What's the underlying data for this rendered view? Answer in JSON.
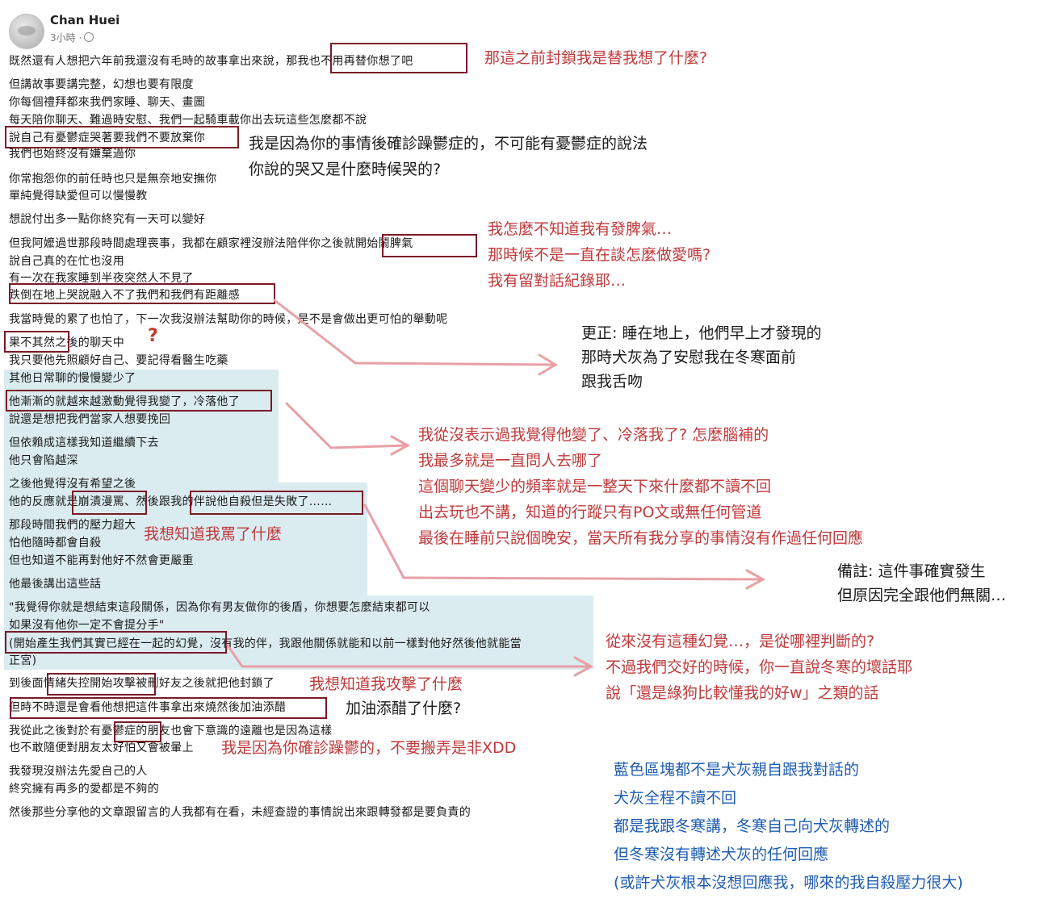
{
  "post": {
    "author": "Chan Huei",
    "timestamp": "3小時 ·",
    "lines": [
      "既然還有人想把六年前我還沒有毛時的故事拿出來說，那我也不用再替你想了吧",
      "但講故事要講完整，幻想也要有限度",
      "你每個禮拜都來我們家睡、聊天、畫圖",
      "每天陪你聊天、難過時安慰、我們一起騎車載你出去玩這些怎麼都不說",
      "說自己有憂鬱症哭著要我們不要放棄你",
      "我們也始終沒有嫌棄過你",
      "你常抱怨你的前任時也只是無奈地安撫你",
      "單純覺得缺愛但可以慢慢教",
      "想說付出多一點你終究有一天可以變好",
      "但我阿嬤過世那段時間處理喪事，我都在顧家裡沒辦法陪伴你之後就開始鬧脾氣",
      "說自己真的在忙也沒用",
      "有一次在我家睡到半夜突然人不見了",
      "跌倒在地上哭說融入不了我們和我們有距離感",
      "我當時覺的累了也怕了，下一次我沒辦法幫助你的時候，是不是會做出更可怕的舉動呢",
      "果不其然之後的聊天中",
      "我只要他先照顧好自己、要記得看醫生吃藥",
      "其他日常聊的慢慢變少了",
      "他漸漸的就越來越激動覺得我變了，冷落他了",
      "說還是想把我們當家人想要挽回",
      "但依賴成這樣我知道繼續下去",
      "他只會陷越深",
      "之後他覺得沒有希望之後",
      "他的反應就是崩潰漫罵、然後跟我的伴說他自殺但是失敗了……",
      "那段時間我們的壓力超大",
      "怕他隨時都會自殺",
      "但也知道不能再對他好不然會更嚴重",
      "他最後講出這些話",
      "\"我覺得你就是想結束這段關係，因為你有男友做你的後盾，你想要怎麼結束都可以",
      "如果沒有他你一定不會提分手\"",
      "(開始產生我們其實已經在一起的幻覺，沒有我的伴，我跟他關係就能和以前一樣對他好然後他就能當",
      "正宮)",
      "到後面情緒失控開始攻擊被刪好友之後就把他封鎖了",
      "但時不時還是會看他想把這件事拿出來燒然後加油添醋",
      "我從此之後對於有憂鬱症的朋友也會下意識的遠離也是因為這樣",
      "也不敢隨便對朋友太好怕又會被暈上",
      "我發現沒辦法先愛自己的人",
      "終究擁有再多的愛都是不夠的",
      "然後那些分享他的文章跟留言的人我都有在看，未經查證的事情說出來跟轉發都是要負責的"
    ]
  },
  "annotations": {
    "a1": [
      "那這之前封鎖我是替我想了什麼?"
    ],
    "a2": [
      "我是因為你的事情後確診躁鬱症的，不可能有憂鬱症的說法",
      "你說的哭又是什麼時候哭的?"
    ],
    "a3": [
      "我怎麼不知道我有發脾氣…",
      "那時候不是一直在談怎麼做愛嗎?",
      "我有留對話紀錄耶…"
    ],
    "a4": [
      "更正: 睡在地上，他們早上才發現的",
      "那時犬灰為了安慰我在冬寒面前",
      "跟我舌吻"
    ],
    "a5": [
      "我從沒表示過我覺得他變了、冷落我了? 怎麼腦補的",
      "我最多就是一直問人去哪了",
      "這個聊天變少的頻率就是一整天下來什麼都不讀不回",
      "出去玩也不講，知道的行蹤只有PO文或無任何管道",
      "最後在睡前只說個晚安，當天所有我分享的事情沒有作過任何回應"
    ],
    "a6": [
      "我想知道我罵了什麼"
    ],
    "a7": [
      "備註: 這件事確實發生",
      "但原因完全跟他們無關…"
    ],
    "a8": [
      "從來沒有這種幻覺…，是從哪裡判斷的?",
      "不過我們交好的時候，你一直說冬寒的壞話耶",
      "說「還是綠狗比較懂我的好w」之類的話"
    ],
    "a9": [
      "我想知道我攻擊了什麼"
    ],
    "a10": [
      "加油添醋了什麼?"
    ],
    "a11": [
      "我是因為你確診躁鬱的，不要搬弄是非XDD"
    ],
    "blue_note": [
      "藍色區塊都不是犬灰親自跟我對話的",
      "犬灰全程不讀不回",
      "都是我跟冬寒講，冬寒自己向犬灰轉述的",
      "但冬寒沒有轉述犬灰的任何回應",
      "(或許犬灰根本沒想回應我，哪來的我自殺壓力很大)"
    ],
    "question_mark": "?"
  },
  "colors": {
    "annotation_red": "#c0393b",
    "box_border": "#7a1a28",
    "blue_highlight": "#dbecf1",
    "note_blue": "#1e5cb0",
    "arrow": "#e8a0a6"
  }
}
